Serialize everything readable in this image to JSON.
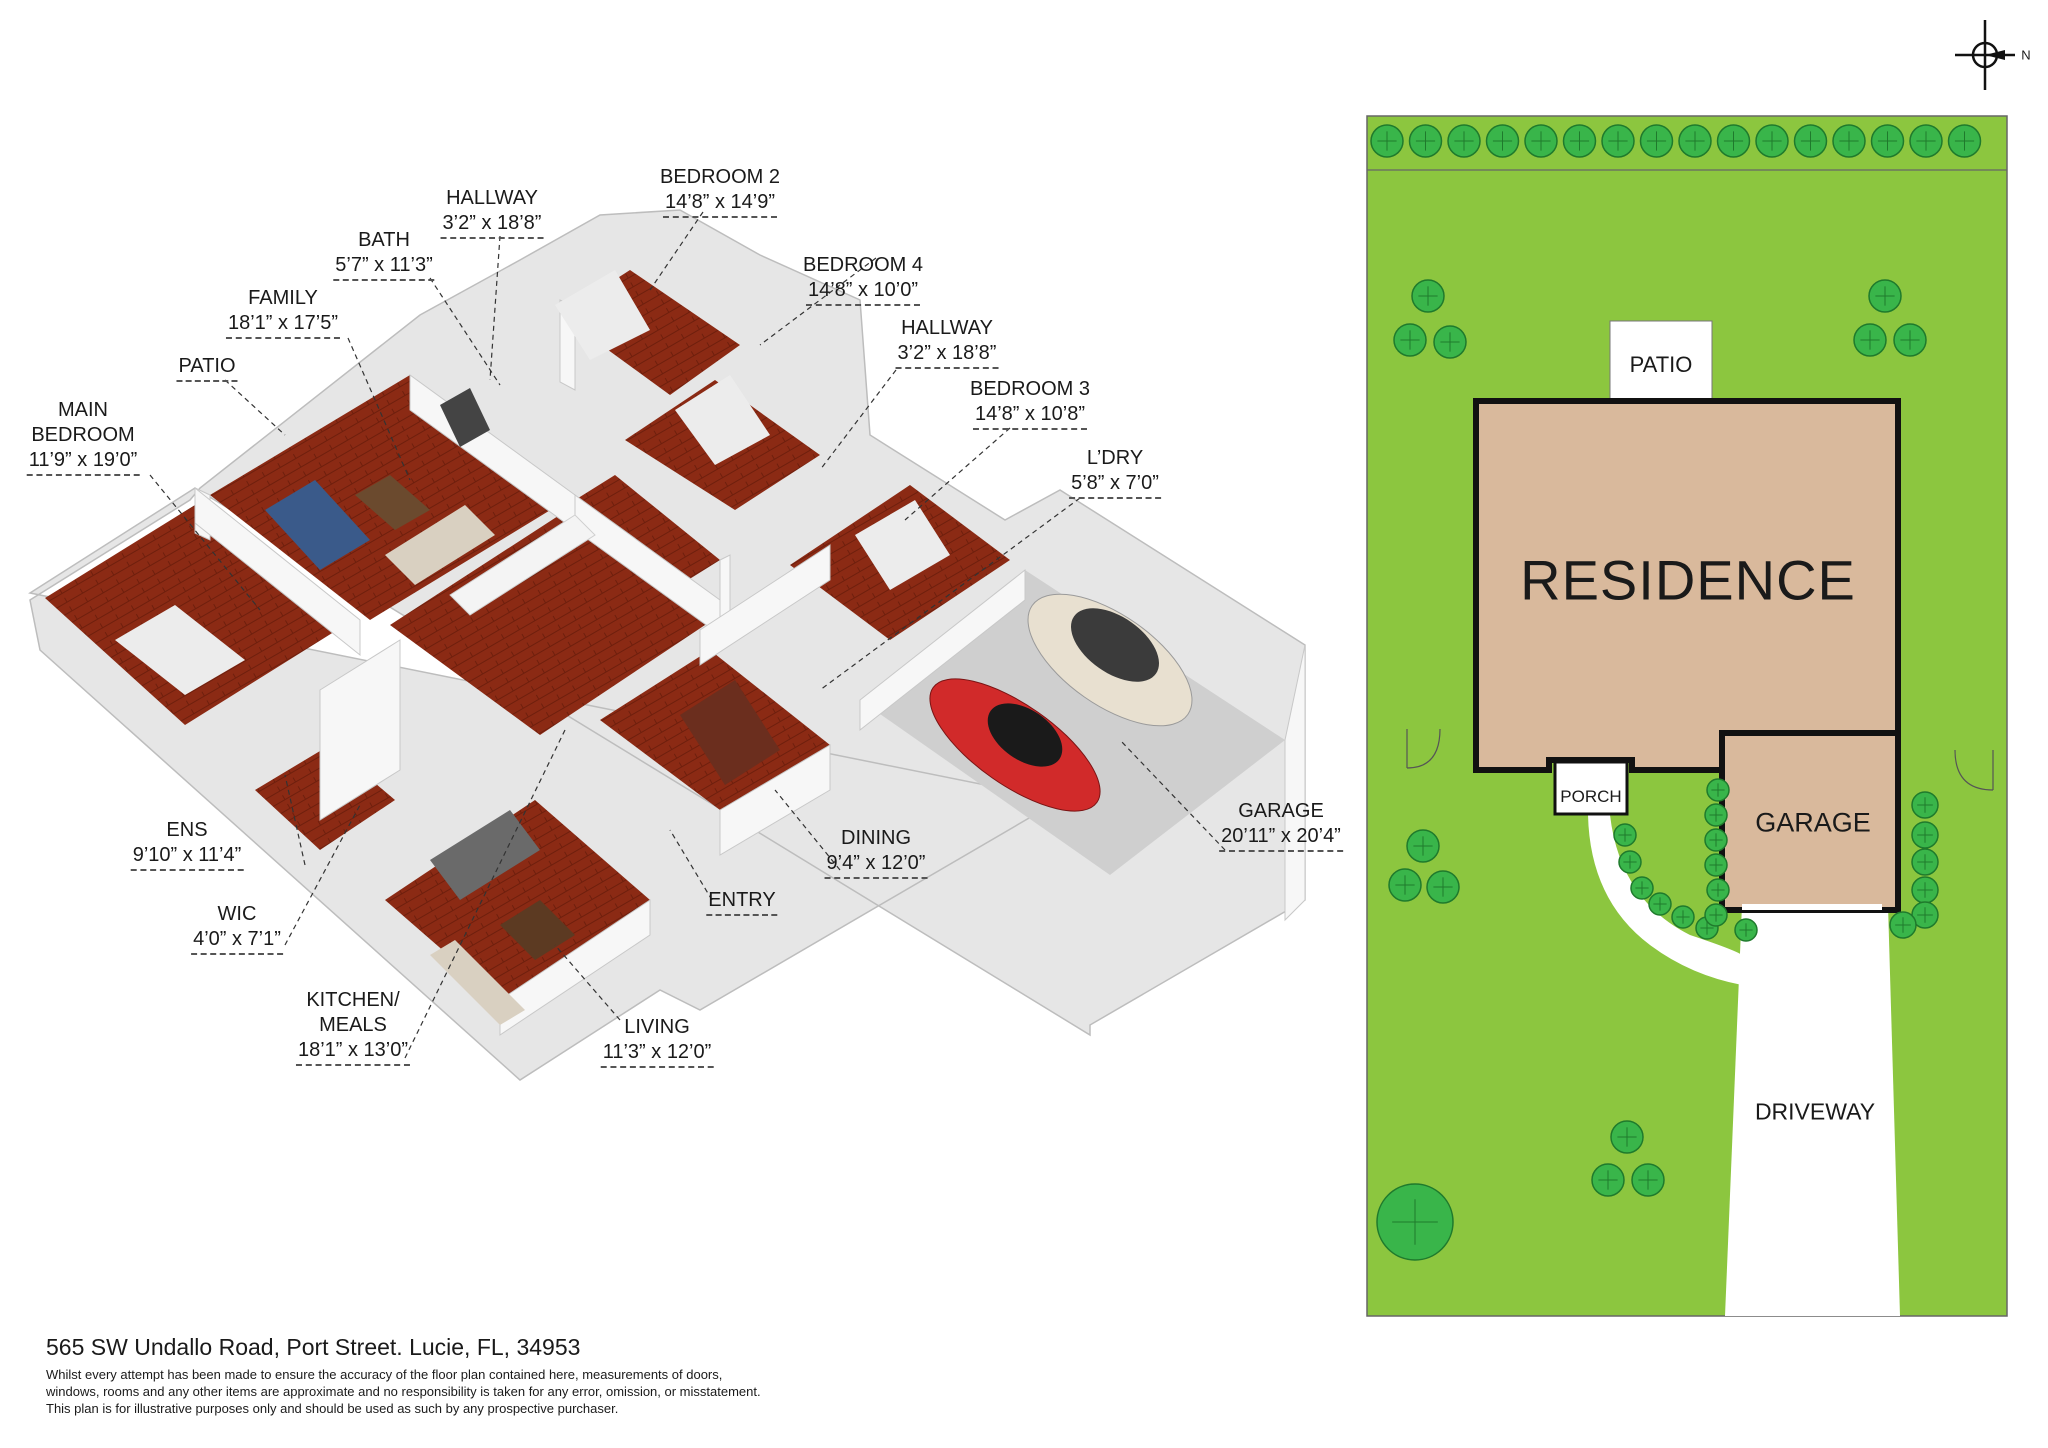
{
  "rooms": {
    "bedroom2": {
      "name": "BEDROOM 2",
      "dims": "14’8” x 14’9”"
    },
    "hallway_a": {
      "name": "HALLWAY",
      "dims": "3’2” x 18’8”"
    },
    "bedroom4": {
      "name": "BEDROOM 4",
      "dims": "14’8” x 10’0”"
    },
    "bath": {
      "name": "BATH",
      "dims": "5’7” x 11’3”"
    },
    "hallway_b": {
      "name": "HALLWAY",
      "dims": "3’2” x 18’8”"
    },
    "family": {
      "name": "FAMILY",
      "dims": "18’1” x 17’5”"
    },
    "bedroom3": {
      "name": "BEDROOM 3",
      "dims": "14’8” x 10’8”"
    },
    "patio": {
      "name": "PATIO",
      "dims": ""
    },
    "laundry": {
      "name": "L’DRY",
      "dims": "5’8” x 7’0”"
    },
    "main_bedroom": {
      "name_line1": "MAIN",
      "name_line2": "BEDROOM",
      "dims": "11’9” x 19’0”"
    },
    "garage": {
      "name": "GARAGE",
      "dims": "20’11” x 20’4”"
    },
    "ens": {
      "name": "ENS",
      "dims": "9’10” x 11’4”"
    },
    "dining": {
      "name": "DINING",
      "dims": "9’4” x 12’0”"
    },
    "entry": {
      "name": "ENTRY",
      "dims": ""
    },
    "wic": {
      "name": "WIC",
      "dims": "4’0” x 7’1”"
    },
    "kitchen": {
      "name_line1": "KITCHEN/",
      "name_line2": "MEALS",
      "dims": "18’1” x 13’0”"
    },
    "living": {
      "name": "LIVING",
      "dims": "11’3” x 12’0”"
    }
  },
  "site_plan": {
    "residence": "RESIDENCE",
    "patio": "PATIO",
    "porch": "PORCH",
    "garage": "GARAGE",
    "driveway": "DRIVEWAY",
    "compass": "N"
  },
  "footer": {
    "address": "565 SW Undallo Road, Port Street. Lucie, FL, 34953",
    "disclaimer_line1": "Whilst every attempt has been made to ensure the accuracy of the floor plan contained here, measurements of doors,",
    "disclaimer_line2": "windows, rooms and any other items are approximate and no responsibility is taken for any error, omission, or misstatement.",
    "disclaimer_line3": "This plan is for illustrative purposes only and should be used as such by any prospective purchaser."
  },
  "colors": {
    "floor": "#8b2a14",
    "wall": "#f2f2f2",
    "garage_floor": "#cfcfcf",
    "lawn": "#8cc63f",
    "tree": "#39b54a",
    "residence": "#d9b99c",
    "path": "#ffffff"
  }
}
